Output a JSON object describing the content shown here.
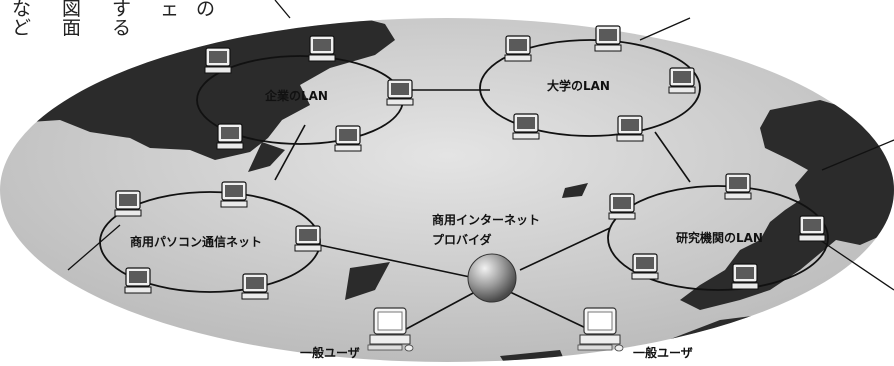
{
  "header_fragment": {
    "col1": "など",
    "col2": "図面",
    "col3": "する",
    "col4": "ェ",
    "col5": "の"
  },
  "labels": {
    "lan_company": "企業のLAN",
    "lan_university": "大学のLAN",
    "lan_pc_network": "商用パソコン通信ネット",
    "lan_research": "研究機関のLAN",
    "provider_line1": "商用インターネット",
    "provider_line2": "プロバイダ",
    "user_left": "一般ユーザ",
    "user_right": "一般ユーザ"
  },
  "colors": {
    "land": "#2b2b2b",
    "ellipse_fill": "#c9c9c9",
    "ring": "#111111",
    "provider_globe": "#9a9a9a"
  },
  "icons": {
    "workstation": "monitor-icon",
    "hub": "globe-icon",
    "user_pc": "desktop-pc-icon"
  }
}
